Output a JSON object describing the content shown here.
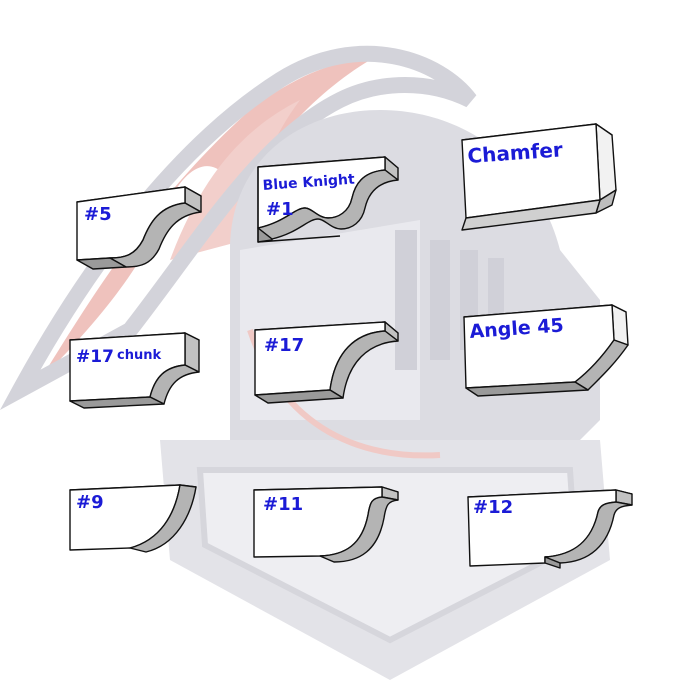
{
  "watermark": {
    "icon": "knight-helmet-logo",
    "colors": {
      "gray": "#d6d6dc",
      "red": "#e8b0ab"
    }
  },
  "colors": {
    "label": "#1b1bd6",
    "outline": "#111111",
    "face": "#ffffff",
    "shade": "#b8b8b8"
  },
  "profiles": [
    {
      "id": "p5",
      "label": "#5",
      "lines": [
        "#5"
      ]
    },
    {
      "id": "p1",
      "label": "Blue Knight #1",
      "lines": [
        "Blue Knight",
        "#1"
      ]
    },
    {
      "id": "chamfer",
      "label": "Chamfer",
      "lines": [
        "Chamfer"
      ]
    },
    {
      "id": "p17chunk",
      "label": "#17 chunk",
      "lines": [
        "#17",
        "chunk"
      ]
    },
    {
      "id": "p17",
      "label": "#17",
      "lines": [
        "#17"
      ]
    },
    {
      "id": "angle45",
      "label": "Angle 45",
      "lines": [
        "Angle 45"
      ]
    },
    {
      "id": "p9",
      "label": "#9",
      "lines": [
        "#9"
      ]
    },
    {
      "id": "p11",
      "label": "#11",
      "lines": [
        "#11"
      ]
    },
    {
      "id": "p12",
      "label": "#12",
      "lines": [
        "#12"
      ]
    }
  ]
}
